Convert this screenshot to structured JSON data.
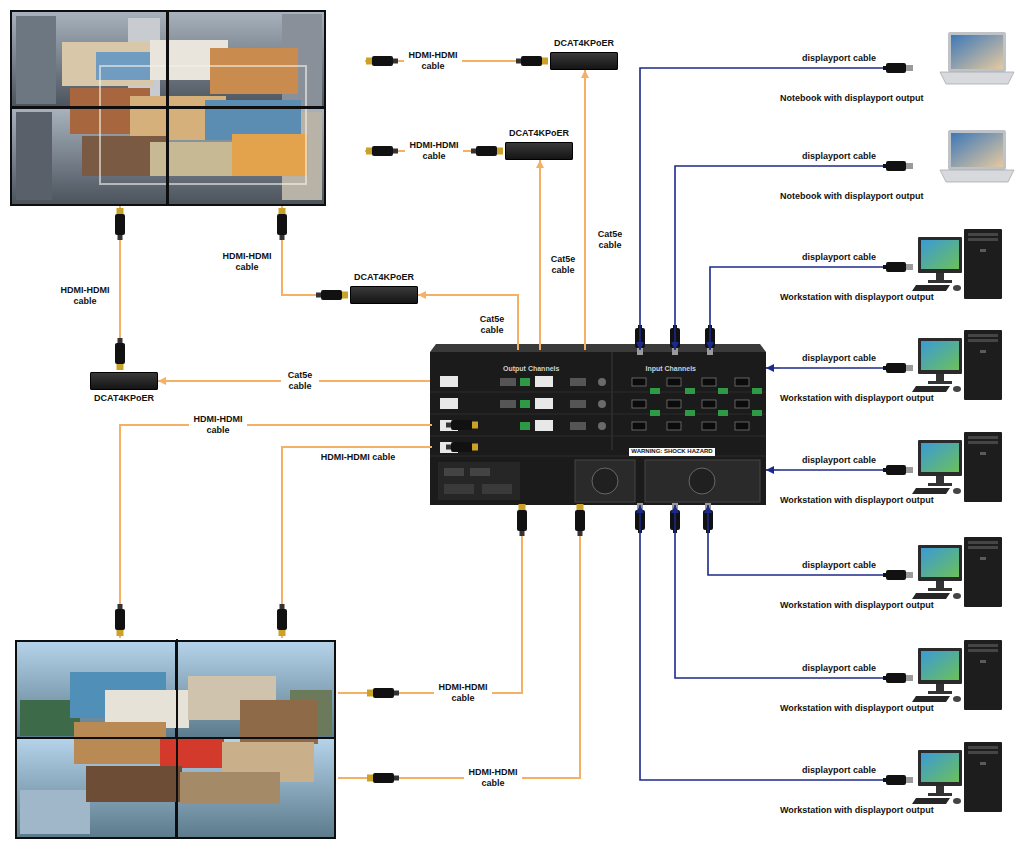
{
  "diagram": {
    "nodes": [
      {
        "text": [
          "DCAT4KPoER"
        ]
      },
      {
        "text": [
          "DCAT4KPoER"
        ]
      },
      {
        "text": [
          "DCAT4KPoER"
        ]
      },
      {
        "text": [
          "DCAT4KPoER"
        ]
      },
      {
        "text": [
          "Output Channels",
          "Input Channels"
        ]
      },
      {
        "text": [
          "Notebook with displayport output"
        ]
      },
      {
        "text": [
          "Notebook with displayport output"
        ]
      },
      {
        "text": [
          "Workstation with displayport output"
        ]
      },
      {
        "text": [
          "Workstation with displayport output"
        ]
      },
      {
        "text": [
          "Workstation with displayport output"
        ]
      },
      {
        "text": [
          "Workstation with displayport output"
        ]
      },
      {
        "text": [
          "Workstation with displayport output"
        ]
      },
      {
        "text": [
          "Workstation with displayport output"
        ]
      }
    ],
    "edges": [
      {
        "from": 4,
        "to": 0,
        "arrow": "to",
        "label": "Cat5e cable"
      },
      {
        "from": 4,
        "to": 1,
        "arrow": "to",
        "label": "Cat5e cable"
      },
      {
        "from": 4,
        "to": 2,
        "arrow": "to",
        "label": "Cat5e cable"
      },
      {
        "from": 4,
        "to": 3,
        "arrow": "to",
        "label": "Cat5e cable"
      },
      {
        "from": 5,
        "to": 4,
        "arrow": "to",
        "label": "displayport cable"
      },
      {
        "from": 6,
        "to": 4,
        "arrow": "to",
        "label": "displayport cable"
      },
      {
        "from": 7,
        "to": 4,
        "arrow": "to",
        "label": "displayport cable"
      },
      {
        "from": 8,
        "to": 4,
        "arrow": "to",
        "label": "displayport cable"
      },
      {
        "from": 9,
        "to": 4,
        "arrow": "to",
        "label": "displayport cable"
      },
      {
        "from": 10,
        "to": 4,
        "arrow": "to",
        "label": "displayport cable"
      },
      {
        "from": 11,
        "to": 4,
        "arrow": "to",
        "label": "displayport cable"
      },
      {
        "from": 12,
        "to": 4,
        "arrow": "to",
        "label": "displayport cable"
      }
    ],
    "labels": [
      "HDMI-HDMI cable",
      "HDMI-HDMI cable",
      "HDMI-HDMI cable",
      "HDMI-HDMI cable",
      "HDMI-HDMI cable",
      "HDMI-HDMI cable",
      "HDMI-HDMI cable",
      "HDMI-HDMI cable",
      "WARNING: SHOCK HAZARD"
    ]
  }
}
